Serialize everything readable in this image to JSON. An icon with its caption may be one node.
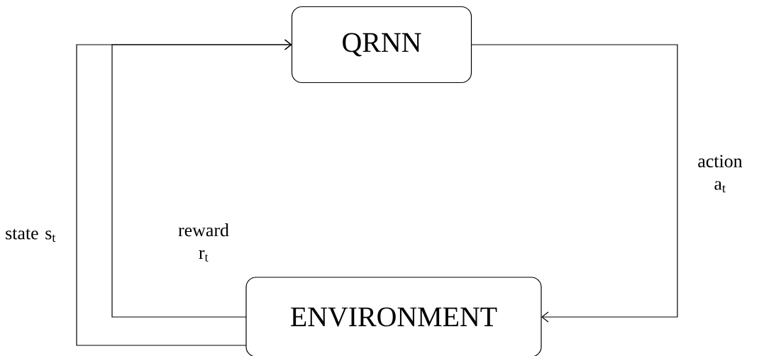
{
  "diagram": {
    "nodes": [
      {
        "text": [
          "QRNN"
        ]
      },
      {
        "text": [
          "ENVIRONMENT"
        ]
      }
    ],
    "edges": [
      {
        "from": 0,
        "to": 1,
        "arrow": "to",
        "label": "action a$_{t}$"
      },
      {
        "from": 1,
        "to": 0,
        "arrow": "to",
        "label": "reward r$_{t}$"
      },
      {
        "from": 1,
        "to": 0,
        "arrow": "to",
        "label": "state s$_{t}$"
      }
    ]
  }
}
